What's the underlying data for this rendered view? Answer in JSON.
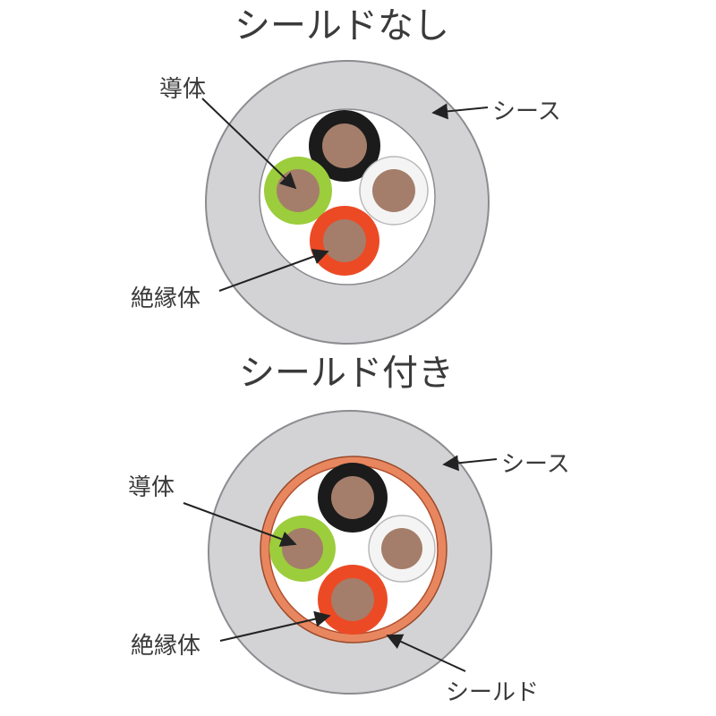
{
  "unshielded": {
    "title": "シールドなし",
    "conductor_label": "導体",
    "sheath_label": "シース",
    "insulation_label": "絶縁体"
  },
  "shielded": {
    "title": "シールド付き",
    "conductor_label": "導体",
    "sheath_label": "シース",
    "insulation_label": "絶縁体",
    "shield_label": "シールド"
  },
  "colors": {
    "sheath": "#d3d3d5",
    "sheath_stroke": "#8c8c90",
    "filler": "#ffffff",
    "shield": "#e8875f",
    "conductor": "#a47e6a",
    "insulation_black": "#1b1b1b",
    "insulation_white": "#f4f4f4",
    "insulation_green": "#9ccd3c",
    "insulation_red": "#ec4a25",
    "arrow": "#222222"
  }
}
